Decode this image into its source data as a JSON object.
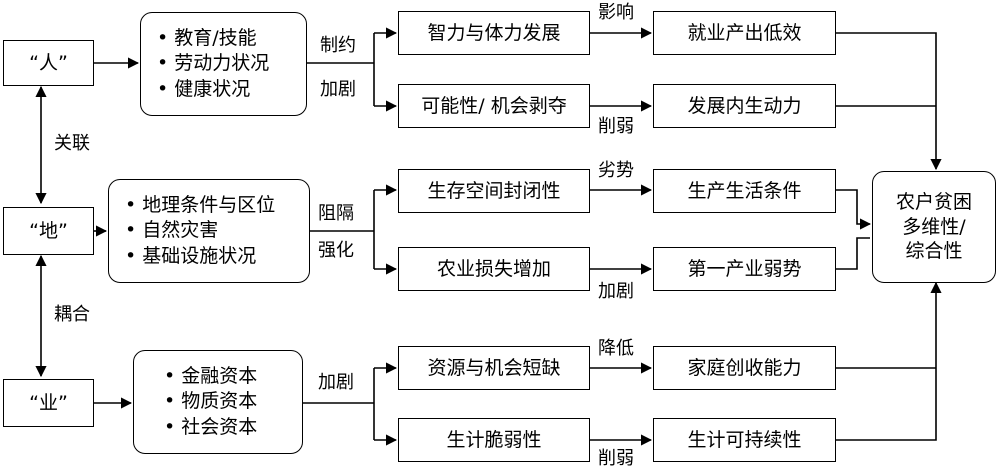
{
  "factors": {
    "ren": "“人”",
    "di": "“地”",
    "ye": "“业”"
  },
  "links": {
    "guanlian": "关联",
    "ouhe": "耦合"
  },
  "lists": {
    "ren": [
      "• 教育/技能",
      "• 劳动力状况",
      "• 健康状况"
    ],
    "di": [
      "• 地理条件与区位",
      "• 自然灾害",
      "• 基础设施状况"
    ],
    "ye": [
      "• 金融资本",
      "• 物质资本",
      "• 社会资本"
    ]
  },
  "branch_labels": {
    "zhiyue": "制约",
    "jiaju1": "加剧",
    "zuge": "阻隔",
    "qianghua": "强化",
    "jiaju3": "加剧"
  },
  "mid_boxes": {
    "zhili": "智力与体力发展",
    "keneng": "可能性/ 机会剥夺",
    "shengcun": "生存空间封闭性",
    "nongye": "农业损失增加",
    "ziyuan": "资源与机会短缺",
    "shengji": "生计脆弱性"
  },
  "edge_labels": {
    "yingxiang": "影响",
    "xueruo1": "削弱",
    "lieshi": "劣势",
    "jiaju2": "加剧",
    "jiangdi": "降低",
    "xueruo2": "削弱"
  },
  "right_boxes": {
    "jiuye": "就业产出低效",
    "fazhan": "发展内生动力",
    "shengchan": "生产生活条件",
    "diyi": "第一产业弱势",
    "jiating": "家庭创收能力",
    "kechixu": "生计可持续性"
  },
  "outcome": {
    "line1": "农户贫困",
    "line2": "多维性/",
    "line3": "综合性"
  }
}
